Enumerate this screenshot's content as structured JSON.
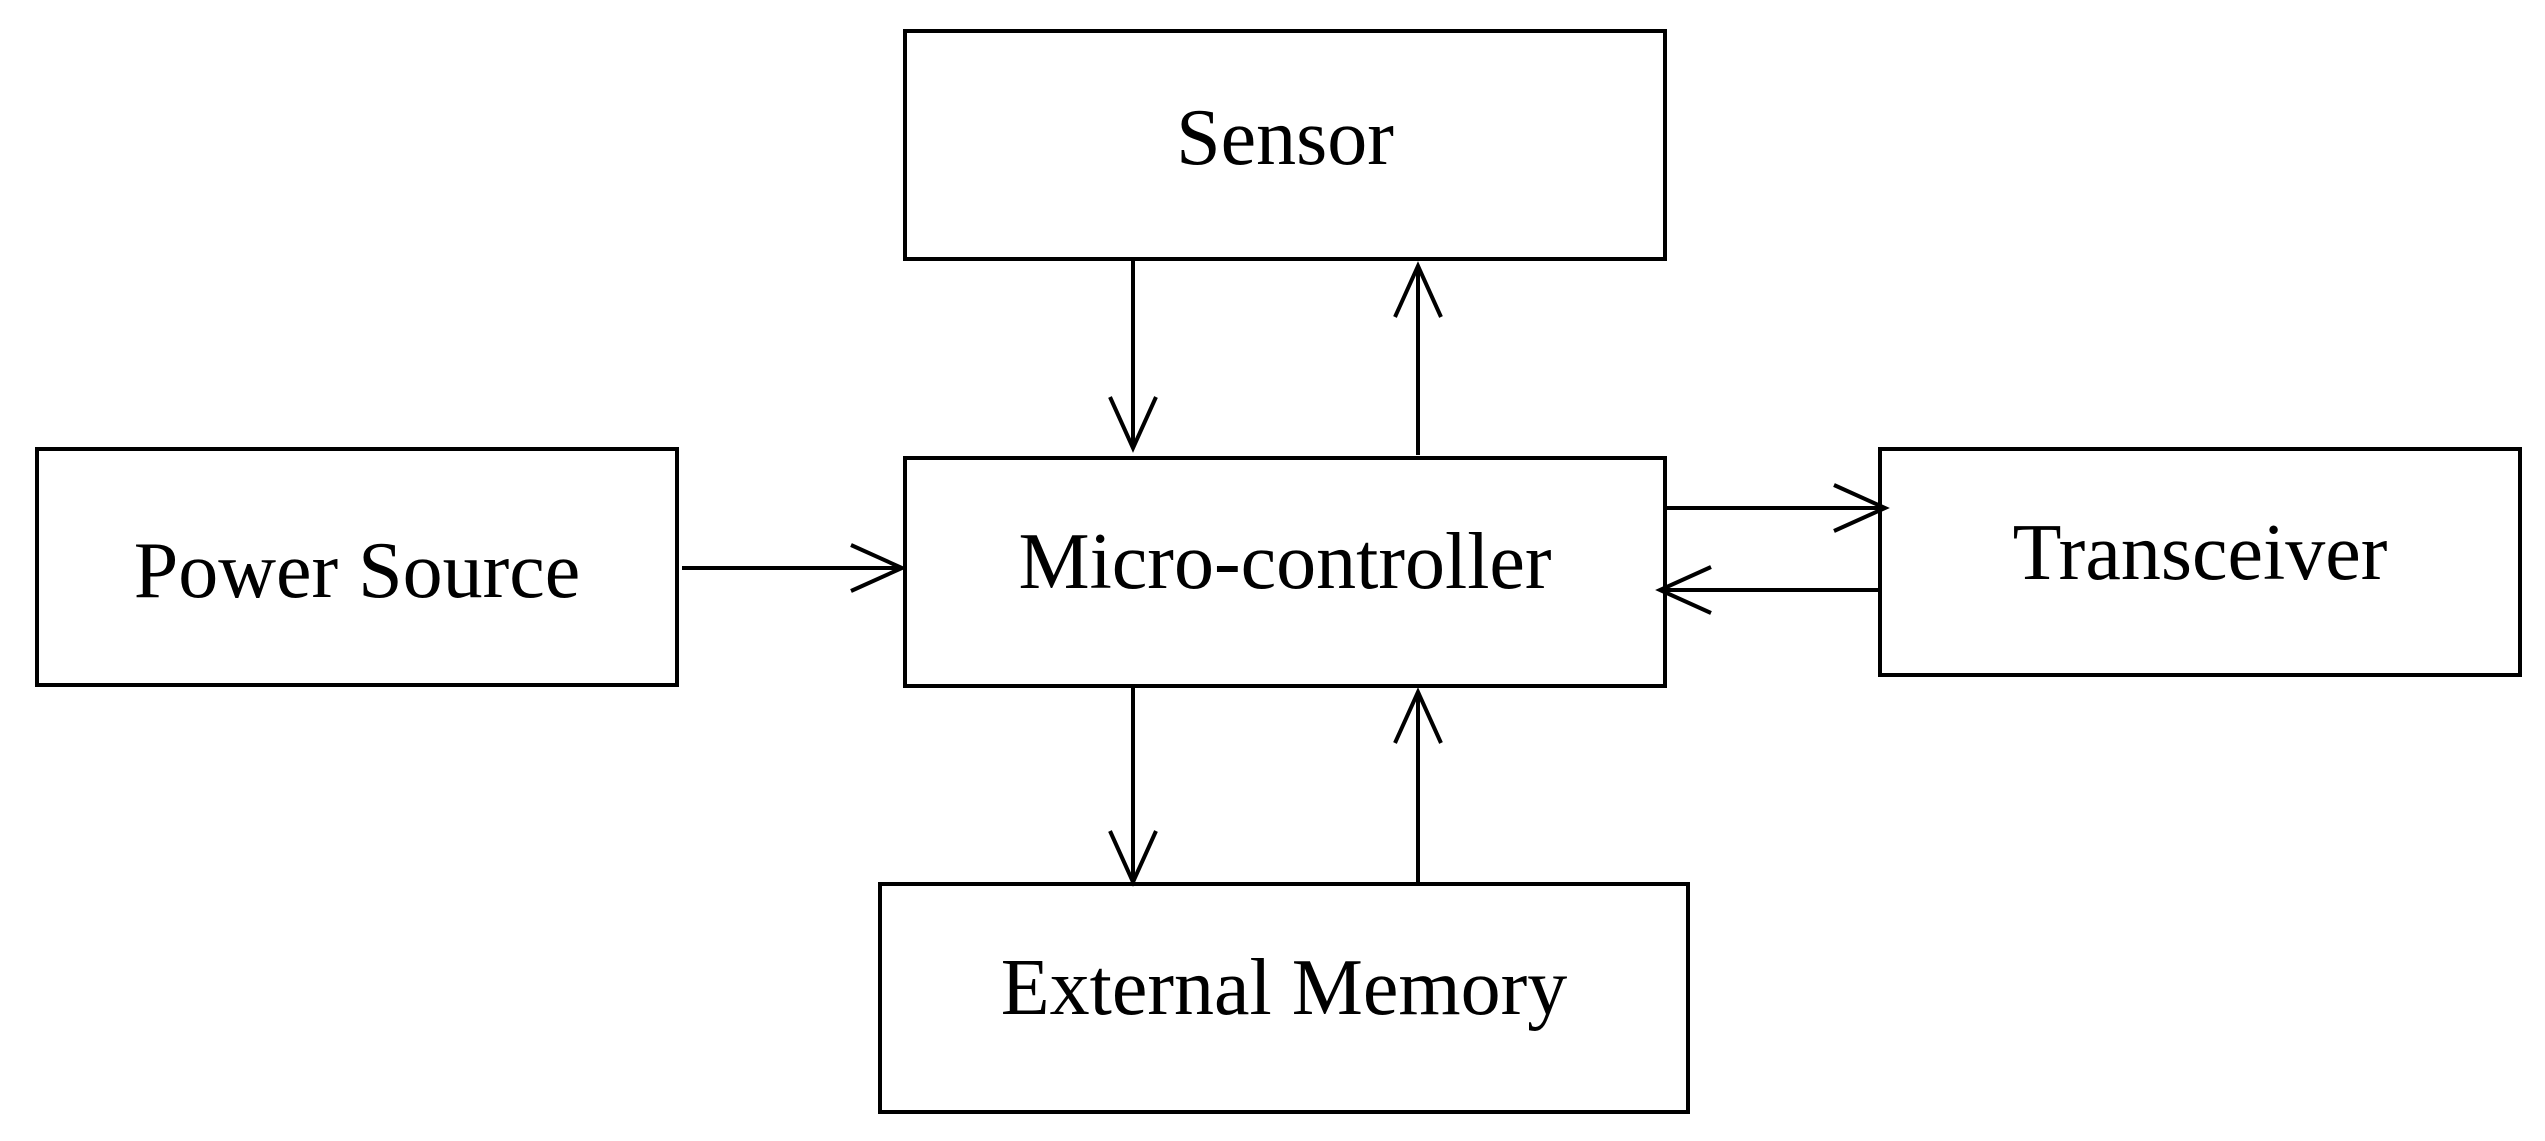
{
  "diagram": {
    "type": "block-diagram",
    "blocks": {
      "sensor": "Sensor",
      "power_source": "Power Source",
      "microcontroller": "Micro-controller",
      "transceiver": "Transceiver",
      "external_memory": "External Memory"
    },
    "edges": [
      {
        "from": "sensor",
        "to": "microcontroller"
      },
      {
        "from": "microcontroller",
        "to": "sensor"
      },
      {
        "from": "power_source",
        "to": "microcontroller"
      },
      {
        "from": "microcontroller",
        "to": "transceiver"
      },
      {
        "from": "transceiver",
        "to": "microcontroller"
      },
      {
        "from": "microcontroller",
        "to": "external_memory"
      },
      {
        "from": "external_memory",
        "to": "microcontroller"
      }
    ]
  }
}
